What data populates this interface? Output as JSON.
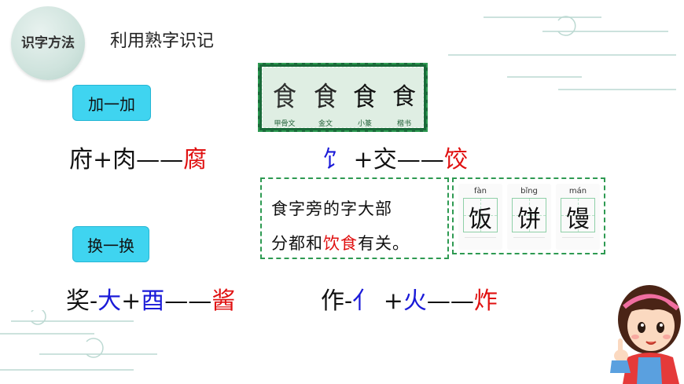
{
  "header": {
    "badge": "识字方法",
    "title": "利用熟字识记"
  },
  "labels": {
    "add": "加一加",
    "swap": "换一换"
  },
  "script_panel": {
    "glyphs": [
      {
        "char": "食",
        "caption": "甲骨文"
      },
      {
        "char": "食",
        "caption": "金文"
      },
      {
        "char": "食",
        "caption": "小篆"
      },
      {
        "char": "食",
        "caption": "楷书"
      }
    ]
  },
  "equations": {
    "eq1": {
      "a": "府",
      "plus": "+",
      "b": "肉",
      "dash": "——",
      "result": "腐"
    },
    "eq2": {
      "a": "饣",
      "plus": "+",
      "b": "交",
      "dash": "——",
      "result": "饺"
    },
    "eq3": {
      "a": "奖",
      "minus": "-",
      "b": "大",
      "plus": "+",
      "c": "酉",
      "dash": "——",
      "result": "酱"
    },
    "eq4": {
      "a": "作",
      "minus": "-",
      "b": "亻",
      "plus": "+",
      "c": "火",
      "dash": "——",
      "result": "炸"
    }
  },
  "note": {
    "line1": "食字旁的字大部",
    "line2_prefix": "分都和",
    "line2_highlight": "饮食",
    "line2_suffix": "有关。"
  },
  "cards": [
    {
      "pinyin": "fàn",
      "char": "饭"
    },
    {
      "pinyin": "bǐng",
      "char": "饼"
    },
    {
      "pinyin": "mán",
      "char": "馒"
    }
  ],
  "colors": {
    "accent_red": "#e01010",
    "accent_blue": "#1a1ad8",
    "label_cyan": "#3fd4f0",
    "dash_green": "#2e9a52"
  }
}
